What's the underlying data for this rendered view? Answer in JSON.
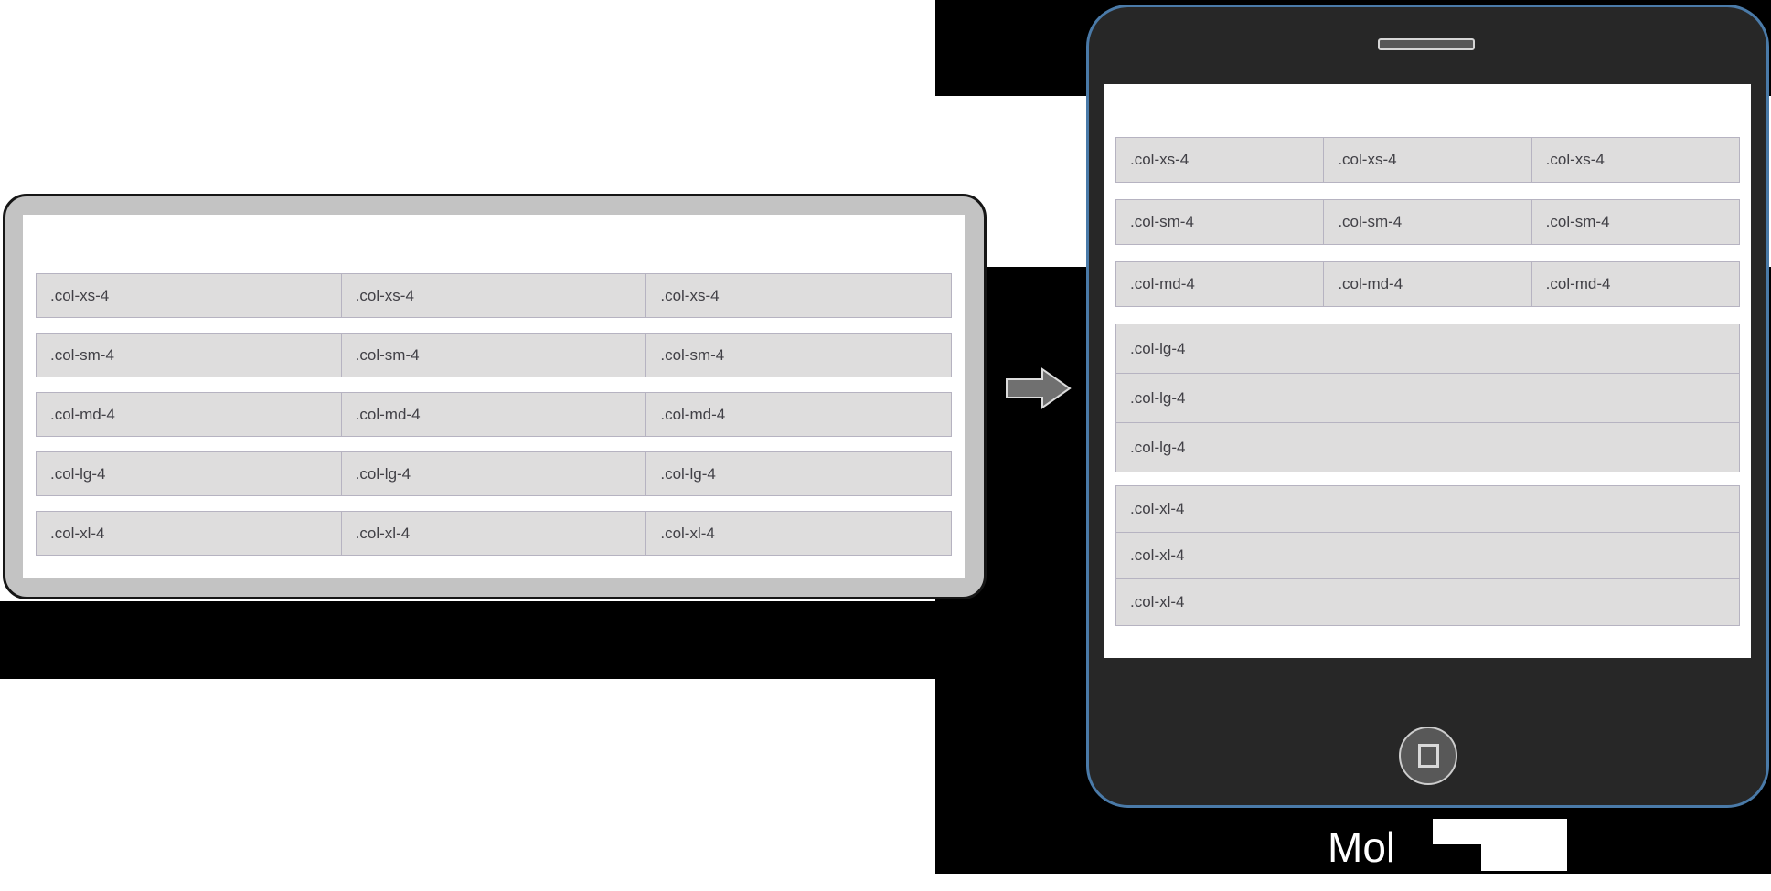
{
  "caption": {
    "text": "Mol"
  },
  "left_device": {
    "type": "laptop-landscape",
    "rows": [
      {
        "cells": [
          ".col-xs-4",
          ".col-xs-4",
          ".col-xs-4"
        ]
      },
      {
        "cells": [
          ".col-sm-4",
          ".col-sm-4",
          ".col-sm-4"
        ]
      },
      {
        "cells": [
          ".col-md-4",
          ".col-md-4",
          ".col-md-4"
        ]
      },
      {
        "cells": [
          ".col-lg-4",
          ".col-lg-4",
          ".col-lg-4"
        ]
      },
      {
        "cells": [
          ".col-xl-4",
          ".col-xl-4",
          ".col-xl-4"
        ]
      }
    ]
  },
  "right_device": {
    "type": "tablet-portrait",
    "grid_rows": [
      {
        "cells": [
          ".col-xs-4",
          ".col-xs-4",
          ".col-xs-4"
        ]
      },
      {
        "cells": [
          ".col-sm-4",
          ".col-sm-4",
          ".col-sm-4"
        ]
      },
      {
        "cells": [
          ".col-md-4",
          ".col-md-4",
          ".col-md-4"
        ]
      }
    ],
    "stacked_groups": [
      {
        "name": "lg",
        "rows": [
          ".col-lg-4",
          ".col-lg-4",
          ".col-lg-4"
        ]
      },
      {
        "name": "xl",
        "rows": [
          ".col-xl-4",
          ".col-xl-4",
          ".col-xl-4"
        ]
      }
    ]
  },
  "icons": {
    "arrow": "arrow-right-icon",
    "speaker": "speaker-slot-icon",
    "home": "home-button-icon"
  },
  "colors": {
    "background_black": "#000000",
    "laptop_frame": "#c3c3c3",
    "laptop_outline": "#161616",
    "tablet_bezel": "#272727",
    "tablet_border_accent": "#4a7aa8",
    "cell_background": "#dedddd",
    "cell_border": "#b6b3c1",
    "cell_text": "#414046",
    "arrow_fill": "#707070",
    "arrow_stroke": "#dcdcdc",
    "home_button_fill": "#585858",
    "home_button_ring": "#cdcdcd",
    "speaker_fill": "#585858",
    "speaker_ring": "#d6d6d6",
    "caption_text": "#ffffff"
  }
}
